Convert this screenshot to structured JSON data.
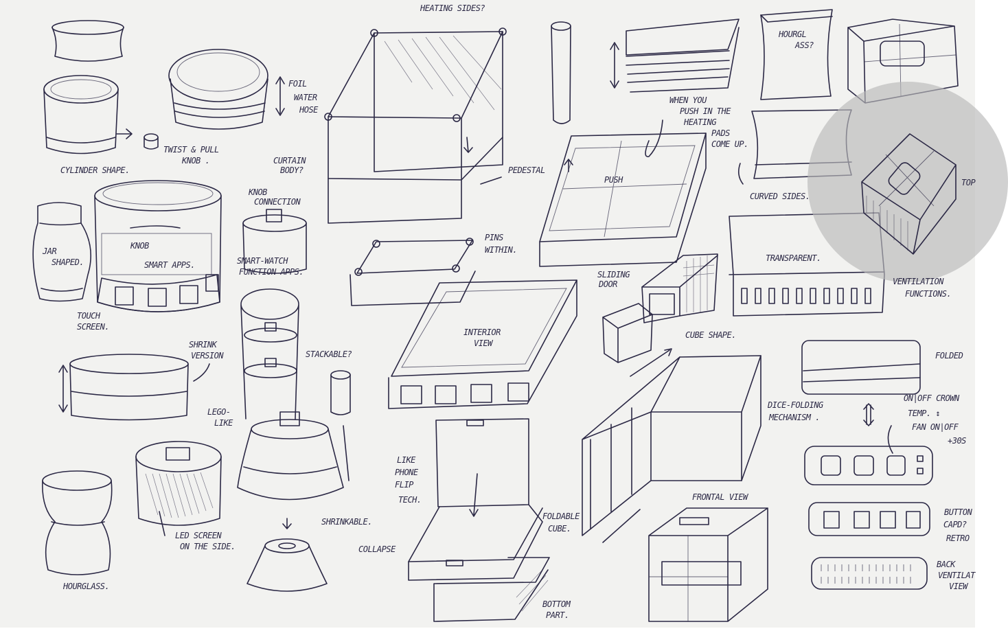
{
  "colors": {
    "paper": "#f2f2f0",
    "ink": "#2b2845",
    "highlight": "#c8c8c8"
  },
  "labels": {
    "heating_sides": "HEATING SIDES?",
    "foil_water_hose": [
      "FOIL",
      "WATER",
      "HOSE"
    ],
    "cylinder_shape": "CYLINDER SHAPE.",
    "twist_pull_knob": [
      "TWIST & PULL",
      "KNOB ."
    ],
    "curtain_body": [
      "CURTAIN",
      "BODY?"
    ],
    "knob_connection": [
      "KNOB",
      "CONNECTION"
    ],
    "pedestal": "PEDESTAL",
    "push": "PUSH",
    "when_you_push": [
      "WHEN YOU",
      "PUSH IN THE",
      "HEATING",
      "PADS",
      "COME UP."
    ],
    "hourglass_q": [
      "HOURGL",
      "ASS?"
    ],
    "curved_sides": "CURVED SIDES.",
    "transparent": "TRANSPARENT.",
    "ventilation_functions": [
      "VENTILATION",
      "FUNCTIONS."
    ],
    "top": "TOP",
    "jar_shaped": [
      "JAR",
      "SHAPED."
    ],
    "knob": "KNOB",
    "smart_apps": "SMART APPS.",
    "smart_watch": [
      "SMART-WATCH",
      "FUNCTION APPS."
    ],
    "touch_screen": [
      "TOUCH",
      "SCREEN."
    ],
    "pins_within": [
      "PINS",
      "WITHIN."
    ],
    "sliding_door": [
      "SLIDING",
      "DOOR"
    ],
    "interior_view": [
      "INTERIOR",
      "VIEW"
    ],
    "cube_shape": "CUBE SHAPE.",
    "shrink_version": [
      "SHRINK",
      "VERSION"
    ],
    "stackable": "STACKABLE?",
    "lego_like": [
      "LEGO-",
      "LIKE"
    ],
    "folded": "FOLDED",
    "dice_folding": [
      "DICE-FOLDING",
      "MECHANISM ."
    ],
    "controls": [
      "ON|OFF CROWN",
      "TEMP. ↕",
      "FAN ON|OFF",
      "+30S"
    ],
    "like_phone_flip": [
      "LIKE",
      "PHONE",
      "FLIP",
      "TECH."
    ],
    "foldable_cube": [
      "FOLDABLE",
      "CUBE."
    ],
    "frontal_view": "FRONTAL VIEW",
    "shrinkable": "SHRINKABLE.",
    "led_screen": [
      "LED SCREEN",
      "ON THE SIDE."
    ],
    "collapse": "COLLAPSE",
    "hourglass": "HOURGLASS.",
    "button_capd": [
      "BUTTON",
      "CAPD?",
      "RETRO"
    ],
    "back_ventilation": [
      "BACK",
      "VENTILAT",
      "VIEW"
    ],
    "bottom_part": [
      "BOTTOM",
      "PART."
    ]
  }
}
